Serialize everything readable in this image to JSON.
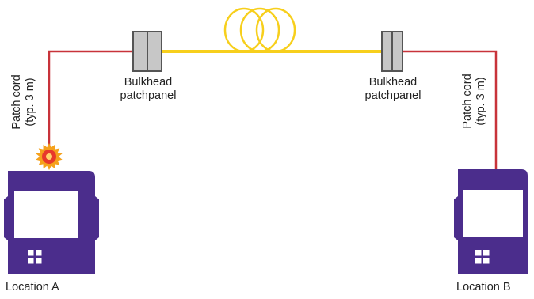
{
  "colors": {
    "patch_cord": "#c8333a",
    "fiber": "#f7cf1c",
    "device_body": "#4b2d8c",
    "device_screen": "#ffffff",
    "panel_fill": "#c7c7c7",
    "panel_stroke": "#555555",
    "burst_outer": "#f5a11c",
    "burst_inner": "#e8392b"
  },
  "labels": {
    "patch_cord_left": [
      "Patch cord",
      "(typ. 3 m)"
    ],
    "patch_cord_right": [
      "Patch cord",
      "(typ. 3 m)"
    ],
    "bulkhead_left": [
      "Bulkhead",
      "patchpanel"
    ],
    "bulkhead_right": [
      "Bulkhead",
      "patchpanel"
    ],
    "location_a": "Location A",
    "location_b": "Location B"
  },
  "icons": {
    "device_left": "test-instrument-icon",
    "device_right": "test-instrument-icon",
    "light_source": "light-burst-icon",
    "fiber_spool": "fiber-spool-icon",
    "bulkhead": "bulkhead-adapter-icon"
  }
}
